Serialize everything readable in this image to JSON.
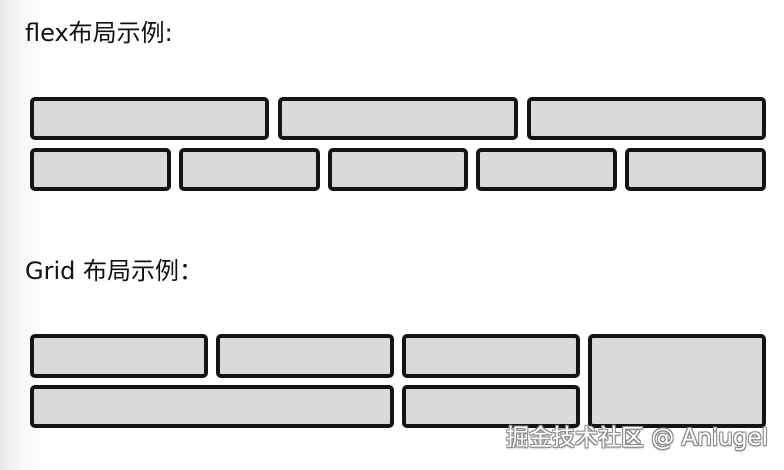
{
  "flex_section": {
    "heading": "flex布局示例:",
    "rows": [
      {
        "items": 3
      },
      {
        "items": 5
      }
    ]
  },
  "grid_section": {
    "heading": "Grid 布局示例：",
    "columns": 4,
    "rows": 2,
    "items": [
      {
        "col": 1,
        "row": 1,
        "col_span": 1,
        "row_span": 1
      },
      {
        "col": 2,
        "row": 1,
        "col_span": 1,
        "row_span": 1
      },
      {
        "col": 3,
        "row": 1,
        "col_span": 1,
        "row_span": 1
      },
      {
        "col": 4,
        "row": 1,
        "col_span": 1,
        "row_span": 2
      },
      {
        "col": 1,
        "row": 2,
        "col_span": 2,
        "row_span": 1
      },
      {
        "col": 3,
        "row": 2,
        "col_span": 1,
        "row_span": 1
      }
    ]
  },
  "colors": {
    "box_fill": "#dadada",
    "box_border": "#141414",
    "text": "#111111",
    "background": "#ffffff"
  },
  "watermark": "掘金技术社区 @ Aniugel"
}
